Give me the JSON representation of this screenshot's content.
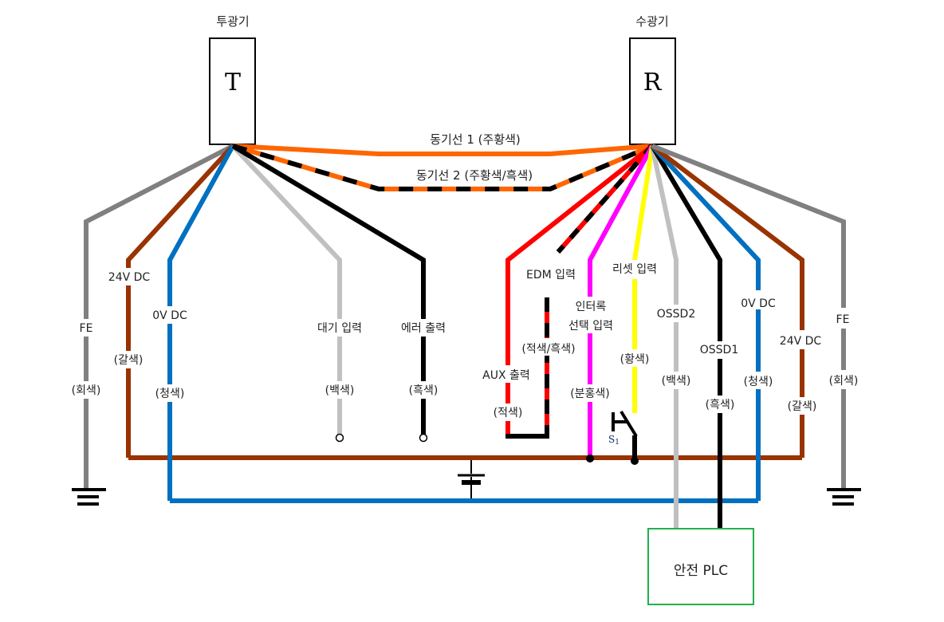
{
  "transmitter": {
    "title": "투광기",
    "letter": "T"
  },
  "receiver": {
    "title": "수광기",
    "letter": "R"
  },
  "sync": {
    "line1": "동기선 1 (주황색)",
    "line2": "동기선 2 (주황색/흑색)"
  },
  "wires": {
    "t_fe": {
      "name": "FE",
      "color_label": "(회색)",
      "color": "#808080"
    },
    "t_24v": {
      "name": "24V DC",
      "color_label": "(갈색)",
      "color": "#993300"
    },
    "t_0v": {
      "name": "0V DC",
      "color_label": "(청색)",
      "color": "#0070c0"
    },
    "t_standby": {
      "name": "대기 입력",
      "color_label": "(백색)",
      "color": "#c0c0c0"
    },
    "t_error": {
      "name": "에러 출력",
      "color_label": "(흑색)",
      "color": "#000000"
    },
    "r_aux": {
      "name": "AUX 출력",
      "color_label": "(적색)",
      "color": "#ff0000"
    },
    "r_edm": {
      "name": "EDM 입력",
      "color_label": "(적색/흑색)",
      "color": "#ff0000"
    },
    "r_interlock": {
      "name1": "인터록",
      "name2": "선택 입력",
      "color_label": "(분홍색)",
      "color": "#ff00ff"
    },
    "r_reset": {
      "name": "리셋 입력",
      "color_label": "(황색)",
      "color": "#ffff00"
    },
    "r_ossd2": {
      "name": "OSSD2",
      "color_label": "(백색)",
      "color": "#c0c0c0"
    },
    "r_ossd1": {
      "name": "OSSD1",
      "color_label": "(흑색)",
      "color": "#000000"
    },
    "r_0v": {
      "name": "0V DC",
      "color_label": "(청색)",
      "color": "#0070c0"
    },
    "r_24v": {
      "name": "24V DC",
      "color_label": "(갈색)",
      "color": "#993300"
    },
    "r_fe": {
      "name": "FE",
      "color_label": "(회색)",
      "color": "#808080"
    }
  },
  "sync_color": "#ff6600",
  "switch": {
    "label": "S",
    "subscript": "1"
  },
  "plc": {
    "label": "안전 PLC",
    "border_color": "#22b14c"
  }
}
